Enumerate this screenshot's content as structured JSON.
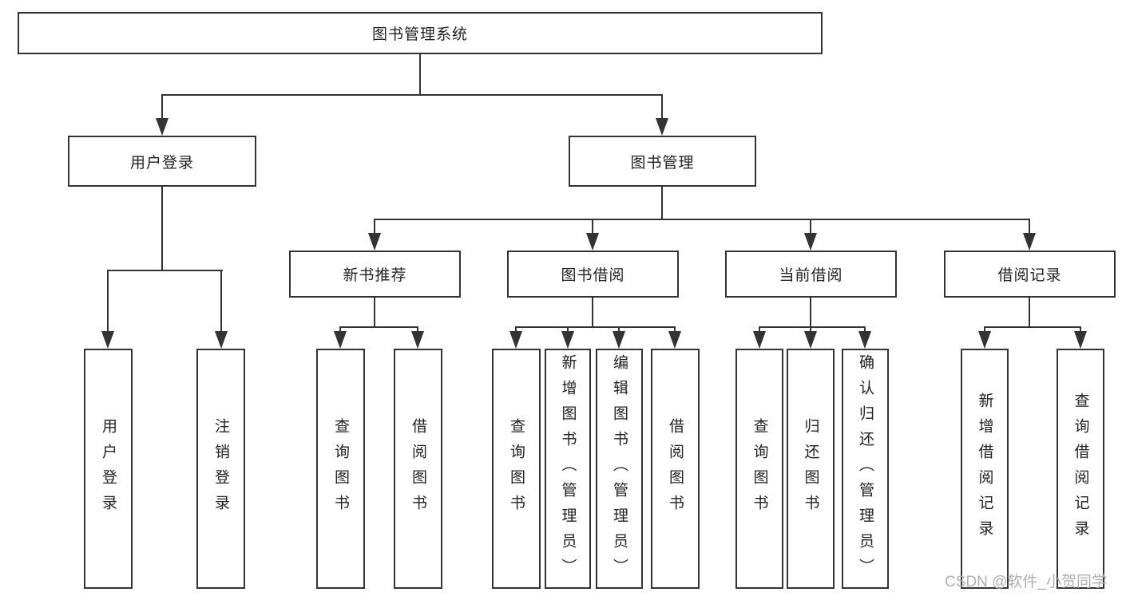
{
  "diagram": {
    "type": "hierarchy-tree",
    "watermark": "CSDN @软件_小贺同学",
    "colors": {
      "background": "#ffffff",
      "line": "#333333",
      "box_border": "#333333",
      "box_fill": "#ffffff",
      "text": "#222222",
      "watermark": "#b0b0b0"
    },
    "tree": {
      "label": "图书管理系统",
      "children": [
        {
          "label": "用户登录",
          "children": [
            {
              "label": "用户登录"
            },
            {
              "label": "注销登录"
            }
          ]
        },
        {
          "label": "图书管理",
          "children": [
            {
              "label": "新书推荐",
              "children": [
                {
                  "label": "查询图书"
                },
                {
                  "label": "借阅图书"
                }
              ]
            },
            {
              "label": "图书借阅",
              "children": [
                {
                  "label": "查询图书"
                },
                {
                  "label": "新增图书（管理员）"
                },
                {
                  "label": "编辑图书（管理员）"
                },
                {
                  "label": "借阅图书"
                }
              ]
            },
            {
              "label": "当前借阅",
              "children": [
                {
                  "label": "查询图书"
                },
                {
                  "label": "归还图书"
                },
                {
                  "label": "确认归还（管理员）"
                }
              ]
            },
            {
              "label": "借阅记录",
              "children": [
                {
                  "label": "新增借阅记录"
                },
                {
                  "label": "查询借阅记录"
                }
              ]
            }
          ]
        }
      ]
    }
  }
}
